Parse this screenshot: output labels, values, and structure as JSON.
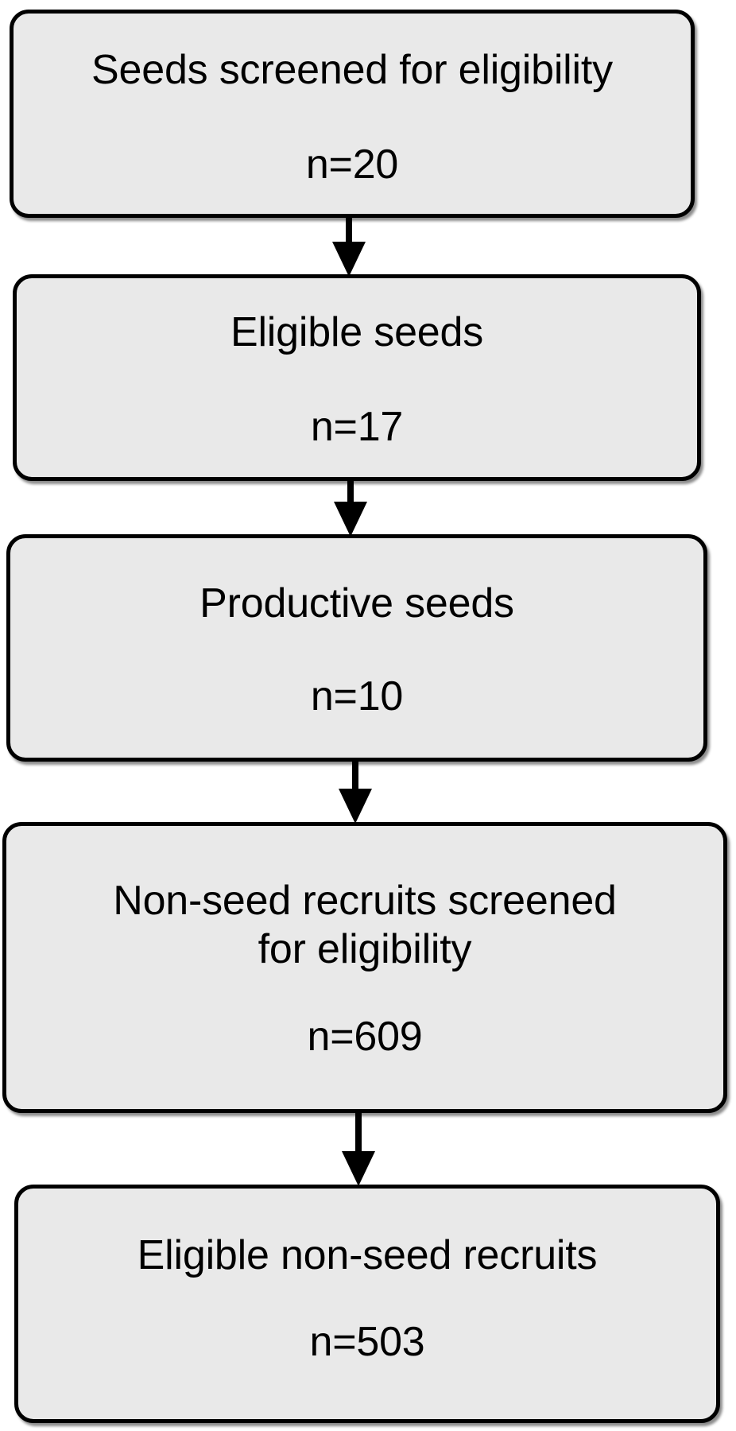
{
  "chart_data": {
    "type": "diagram",
    "diagram_kind": "flowchart",
    "title": "",
    "orientation": "top-to-bottom",
    "background_color": "#ffffff",
    "node_fill_color": "#e9e9e9",
    "node_border_color": "#000000",
    "text_color": "#000000",
    "nodes": [
      {
        "id": "seeds-screened",
        "label": "Seeds screened for eligibility",
        "count_label": "n=20",
        "n": 20
      },
      {
        "id": "eligible-seeds",
        "label": "Eligible seeds",
        "count_label": "n=17",
        "n": 17
      },
      {
        "id": "productive-seeds",
        "label": "Productive seeds",
        "count_label": "n=10",
        "n": 10
      },
      {
        "id": "nonseed-screened",
        "label": "Non-seed recruits screened\nfor eligibility",
        "count_label": "n=609",
        "n": 609
      },
      {
        "id": "eligible-nonseed",
        "label": "Eligible non-seed recruits",
        "count_label": "n=503",
        "n": 503
      }
    ],
    "edges": [
      {
        "from": "seeds-screened",
        "to": "eligible-seeds",
        "label": ""
      },
      {
        "from": "eligible-seeds",
        "to": "productive-seeds",
        "label": ""
      },
      {
        "from": "productive-seeds",
        "to": "nonseed-screened",
        "label": ""
      },
      {
        "from": "nonseed-screened",
        "to": "eligible-nonseed",
        "label": ""
      }
    ]
  },
  "flowchart": {
    "nodes": [
      {
        "label": "Seeds screened for eligibility",
        "count": "n=20"
      },
      {
        "label": "Eligible seeds",
        "count": "n=17"
      },
      {
        "label": "Productive seeds",
        "count": "n=10"
      },
      {
        "label": "Non-seed recruits screened\nfor eligibility",
        "count": "n=609"
      },
      {
        "label": "Eligible non-seed recruits",
        "count": "n=503"
      }
    ],
    "arrows": [
      {
        "name": "arrow-seeds-to-eligible"
      },
      {
        "name": "arrow-eligible-to-productive"
      },
      {
        "name": "arrow-productive-to-nonseed"
      },
      {
        "name": "arrow-nonseed-to-eligible-nonseed"
      }
    ]
  }
}
